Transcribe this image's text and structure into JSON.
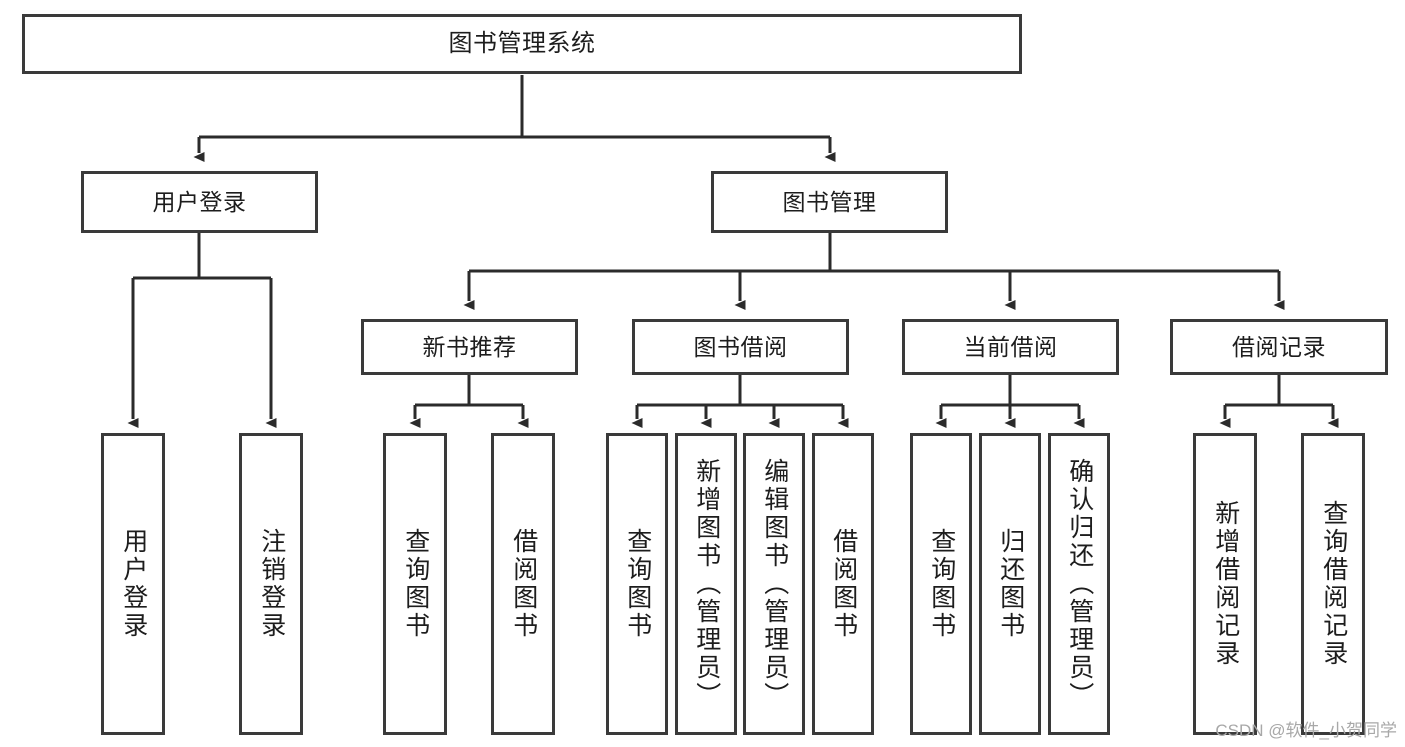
{
  "diagram": {
    "title": "图书管理系统",
    "type": "tree-hierarchy-diagram",
    "colors": {
      "box_border": "#3a3a3a",
      "box_fill": "#ffffff",
      "connector": "#2b2b2b",
      "text": "#1d1d1d",
      "watermark": "#a8a8a8",
      "background": "#ffffff"
    },
    "levels": [
      {
        "level": 0,
        "nodes": [
          {
            "id": "root",
            "label": "图书管理系统",
            "orientation": "horizontal"
          }
        ]
      },
      {
        "level": 1,
        "nodes": [
          {
            "id": "user-login",
            "label": "用户登录",
            "orientation": "horizontal"
          },
          {
            "id": "book-manage",
            "label": "图书管理",
            "orientation": "horizontal"
          }
        ]
      },
      {
        "level": 2,
        "nodes": [
          {
            "id": "new-book-rec",
            "label": "新书推荐",
            "orientation": "horizontal"
          },
          {
            "id": "book-borrow",
            "label": "图书借阅",
            "orientation": "horizontal"
          },
          {
            "id": "current-borrow",
            "label": "当前借阅",
            "orientation": "horizontal"
          },
          {
            "id": "borrow-record",
            "label": "借阅记录",
            "orientation": "horizontal"
          }
        ]
      },
      {
        "level": 3,
        "nodes": [
          {
            "id": "leaf-user-login",
            "label": "用户登录",
            "orientation": "vertical",
            "parent": "user-login"
          },
          {
            "id": "leaf-user-logout",
            "label": "注销登录",
            "orientation": "vertical",
            "parent": "user-login"
          },
          {
            "id": "leaf-query-book-1",
            "label": "查询图书",
            "orientation": "vertical",
            "parent": "new-book-rec"
          },
          {
            "id": "leaf-borrow-book-1",
            "label": "借阅图书",
            "orientation": "vertical",
            "parent": "new-book-rec"
          },
          {
            "id": "leaf-query-book-2",
            "label": "查询图书",
            "orientation": "vertical",
            "parent": "book-borrow"
          },
          {
            "id": "leaf-add-book",
            "label": "新增图书（管理员）",
            "orientation": "vertical",
            "parent": "book-borrow"
          },
          {
            "id": "leaf-edit-book",
            "label": "编辑图书（管理员）",
            "orientation": "vertical",
            "parent": "book-borrow"
          },
          {
            "id": "leaf-borrow-book-2",
            "label": "借阅图书",
            "orientation": "vertical",
            "parent": "book-borrow"
          },
          {
            "id": "leaf-query-book-3",
            "label": "查询图书",
            "orientation": "vertical",
            "parent": "current-borrow"
          },
          {
            "id": "leaf-return-book",
            "label": "归还图书",
            "orientation": "vertical",
            "parent": "current-borrow"
          },
          {
            "id": "leaf-confirm-return",
            "label": "确认归还（管理员）",
            "orientation": "vertical",
            "parent": "current-borrow"
          },
          {
            "id": "leaf-add-record",
            "label": "新增借阅记录",
            "orientation": "vertical",
            "parent": "borrow-record"
          },
          {
            "id": "leaf-query-record",
            "label": "查询借阅记录",
            "orientation": "vertical",
            "parent": "borrow-record"
          }
        ]
      }
    ],
    "watermark": "CSDN @软件_小贺同学"
  }
}
